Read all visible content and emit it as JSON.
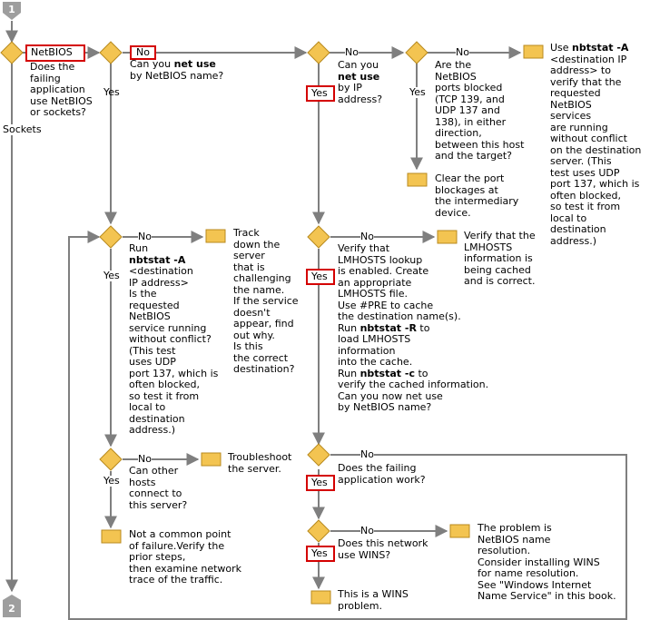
{
  "connectors": {
    "start": "1",
    "end": "2"
  },
  "labels": {
    "yes": "Yes",
    "no": "No",
    "netbios": "NetBIOS",
    "sockets": "Sockets"
  },
  "texts": {
    "q_app_uses": "Does the\nfailing\napplication\nuse NetBIOS\nor sockets?",
    "q_net_use_name": "Can you **net use**\nby NetBIOS name?",
    "q_net_use_ip": "Can you\n**net use**\nby IP\naddress?",
    "q_ports_blocked": "Are the\nNetBIOS\nports blocked\n(TCP 139, and\nUDP 137 and\n138), in either\ndirection,\nbetween this host\nand the target?",
    "a_use_nbtstat_a": "Use **nbtstat -A**\n<destination IP\naddress> to\nverify that the\nrequested\nNetBIOS\nservices\nare running\nwithout conflict\non the destination\nserver. (This\ntest uses UDP\nport 137, which is\noften blocked,\nso test it from\nlocal to\ndestination\naddress.)",
    "a_clear_ports": "Clear the port\nblockages at\nthe intermediary\ndevice.",
    "q_run_nbtstat_a": "Run\n**nbtstat -A**\n<destination\nIP address>\nIs the\nrequested\nNetBIOS\nservice running\nwithout conflict?\n(This test\nuses UDP\nport 137, which is\noften blocked,\nso test it from\nlocal to\ndestination\naddress.)",
    "a_track_server": "Track\ndown the\nserver\nthat is\nchallenging\nthe name.\nIf the service\ndoesn't\nappear, find\nout why.\nIs this\nthe correct\ndestination?",
    "q_lmhosts": "Verify that\nLMHOSTS lookup\nis enabled. Create\nan appropriate\nLMHOSTS file.\nUse #PRE to cache\nthe destination name(s).\nRun **nbtstat -R** to\nload LMHOSTS\ninformation\ninto the cache.\nRun **nbtstat -c** to\nverify the cached information.\nCan you now net use\nby NetBIOS name?",
    "a_verify_lmhosts": "Verify that the\nLMHOSTS\ninformation is\nbeing cached\nand is correct.",
    "q_other_hosts": "Can other\nhosts\nconnect to\nthis server?",
    "a_troubleshoot": "Troubleshoot\nthe server.",
    "a_not_common": "Not a common point\nof failure.Verify the\nprior steps,\nthen examine network\ntrace of the traffic.",
    "q_app_work": "Does the failing\napplication work?",
    "q_wins": "Does this network\nuse WINS?",
    "a_nb_resolution": "The problem is\nNetBIOS name\nresolution.\nConsider installing WINS\nfor name resolution.\nSee \"Windows Internet\nName Service\" in this book.",
    "a_wins_problem": "This is a WINS\nproblem."
  },
  "colors": {
    "diamond": "#f3c451",
    "diamond_border": "#b88a1e",
    "box": "#f3c451",
    "box_border": "#b88a1e",
    "line": "#7f7f7f",
    "highlight": "#d40000",
    "connector": "#9e9e9e"
  }
}
